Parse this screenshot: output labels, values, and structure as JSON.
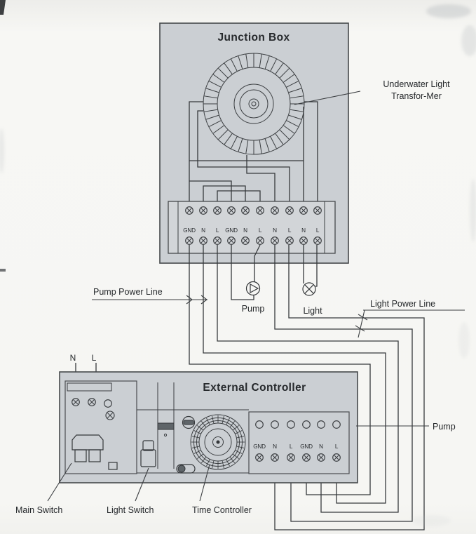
{
  "junction_box": {
    "title": "Junction Box",
    "transformer_label": {
      "line1": "Underwater Light",
      "line2": "Transfor-Mer"
    },
    "terminal_labels": [
      "GND",
      "N",
      "L",
      "GND",
      "N",
      "L",
      "N",
      "L",
      "N",
      "L"
    ],
    "pump_label": "Pump",
    "light_label": "Light"
  },
  "annotations": {
    "pump_power_line": "Pump Power Line",
    "light_power_line": "Light Power Line",
    "pump_output": "Pump",
    "main_switch": "Main Switch",
    "light_switch": "Light Switch",
    "time_controller": "Time Controller"
  },
  "external_controller": {
    "title": "External Controller",
    "input_labels": [
      "N",
      "L"
    ],
    "terminal_labels": [
      "GND",
      "N",
      "L",
      "GND",
      "N",
      "L"
    ]
  },
  "colors": {
    "box_fill": "#cbcfd3",
    "line": "#36393c",
    "text": "#26292c",
    "background": "#f6f6f3"
  }
}
